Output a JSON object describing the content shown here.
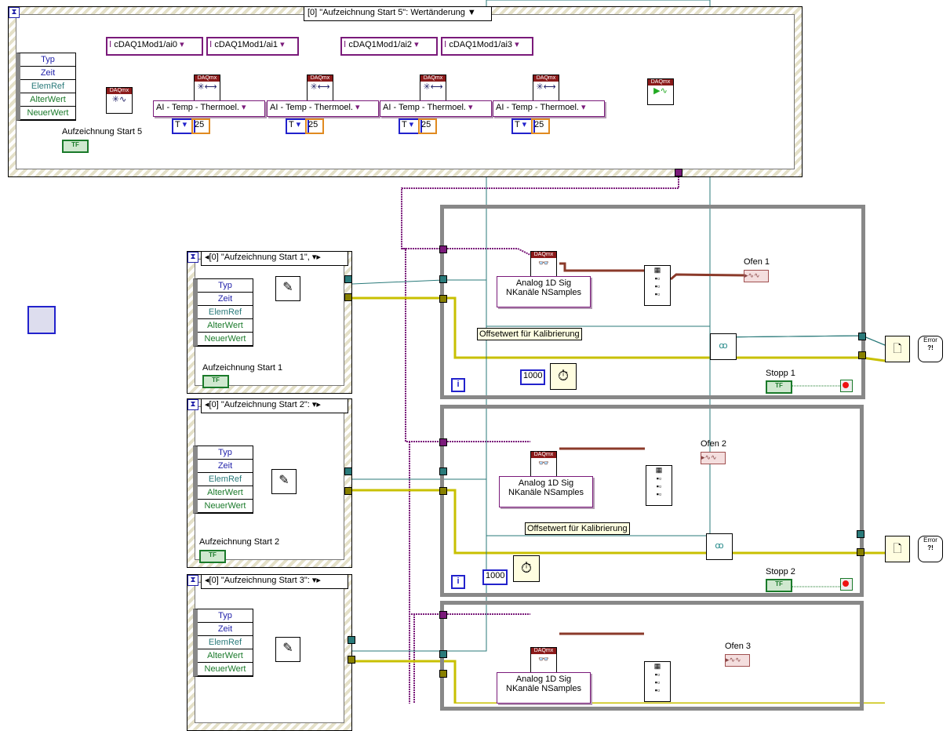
{
  "top_event": {
    "selector": "[0] \"Aufzeichnung Start  5\": Wertänderung",
    "event_data": [
      "Typ",
      "Zeit",
      "ElemRef",
      "AlterWert",
      "NeuerWert"
    ],
    "control_label": "Aufzeichnung Start  5",
    "tf": "TF",
    "channels": [
      "cDAQ1Mod1/ai0",
      "cDAQ1Mod1/ai1",
      "cDAQ1Mod1/ai2",
      "cDAQ1Mod1/ai3"
    ],
    "channel_type": "AI - Temp - Thermoel.",
    "thermo_type": "T",
    "cjc_value": "25",
    "daqmx_tag": "DAQmx"
  },
  "lower_events": [
    {
      "selector": "[0] \"Aufzeichnung Start  1\",",
      "label": "Aufzeichnung Start  1",
      "event_data": [
        "Typ",
        "Zeit",
        "ElemRef",
        "AlterWert",
        "NeuerWert"
      ]
    },
    {
      "selector": "[0] \"Aufzeichnung Start  2\":",
      "label": "Aufzeichnung Start  2",
      "event_data": [
        "Typ",
        "Zeit",
        "ElemRef",
        "AlterWert",
        "NeuerWert"
      ]
    },
    {
      "selector": "[0] \"Aufzeichnung Start  3\":",
      "label": "",
      "event_data": [
        "Typ",
        "Zeit",
        "ElemRef",
        "AlterWert",
        "NeuerWert"
      ]
    }
  ],
  "loops": [
    {
      "read_mode": [
        "Analog 1D Sig",
        "NKanäle NSamples"
      ],
      "indicator": "Ofen 1",
      "offset_label": "Offsetwert für Kalibrierung",
      "wait_ms": "1000",
      "stop_label": "Stopp 1",
      "iter": "i"
    },
    {
      "read_mode": [
        "Analog 1D Sig",
        "NKanäle NSamples"
      ],
      "indicator": "Ofen 2",
      "offset_label": "Offsetwert für Kalibrierung",
      "wait_ms": "1000",
      "stop_label": "Stopp 2",
      "iter": "i"
    },
    {
      "read_mode": [
        "Analog 1D Sig",
        "NKanäle NSamples"
      ],
      "indicator": "Ofen 3"
    }
  ],
  "error_label": "Error",
  "colors": {
    "task_wire": "#7a1a7a",
    "error_wire": "#c8c000",
    "dbl_wire": "#2a7a7a",
    "waveform_wire": "#8b3a2a",
    "loop_border": "#888888"
  }
}
